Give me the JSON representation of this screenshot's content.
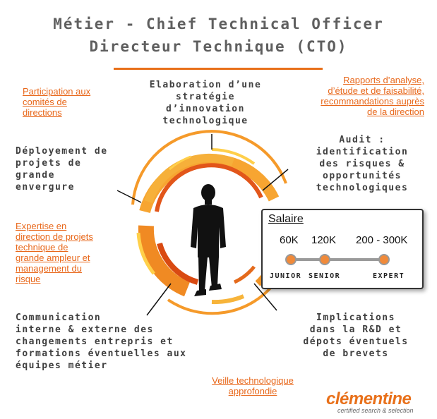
{
  "header": {
    "title_line1": "Métier - Chief Technical Officer",
    "title_line2": "Directeur Technique (CTO)"
  },
  "labels": {
    "elaboration": "Elaboration d’une\nstratégie\nd’innovation\ntechnologique",
    "audit": "Audit :\nidentification\ndes risques &\nopportunités\ntechnologiques",
    "deploiement": "Déployement de\nprojets de\ngrande\nenvergure",
    "communication": "Communication\ninterne & externe des\nchangements entrepris et\nformations éventuelles aux\néquipes métier",
    "implications": "Implications\ndans la R&D et\ndépots éventuels\nde brevets"
  },
  "notes": {
    "participation": "Participation aux\ncomités de\ndirections",
    "rapports": "Rapports d’analyse,\nd’étude et de faisabilité,\nrecommandations auprès\nde la direction",
    "expertise": "Expertise en\ndirection de projets\ntechnique de\ngrande ampleur et\nmanagement du\nrisque",
    "veille": "Veille technologique\napprofondie"
  },
  "salary": {
    "title": "Salaire",
    "levels": [
      {
        "amount": "60K",
        "level": "JUNIOR"
      },
      {
        "amount": "120K",
        "level": "SENIOR"
      },
      {
        "amount": "200 - 300K",
        "level": "EXPERT"
      }
    ]
  },
  "logo": {
    "name": "clémentine",
    "tagline": "certified search & selection"
  },
  "colors": {
    "accent": "#e8701a",
    "ring_light": "#fbbf3a",
    "ring_dark": "#e04c10",
    "text": "#3f3f3f"
  },
  "icons": [
    "businessman-silhouette-icon"
  ]
}
